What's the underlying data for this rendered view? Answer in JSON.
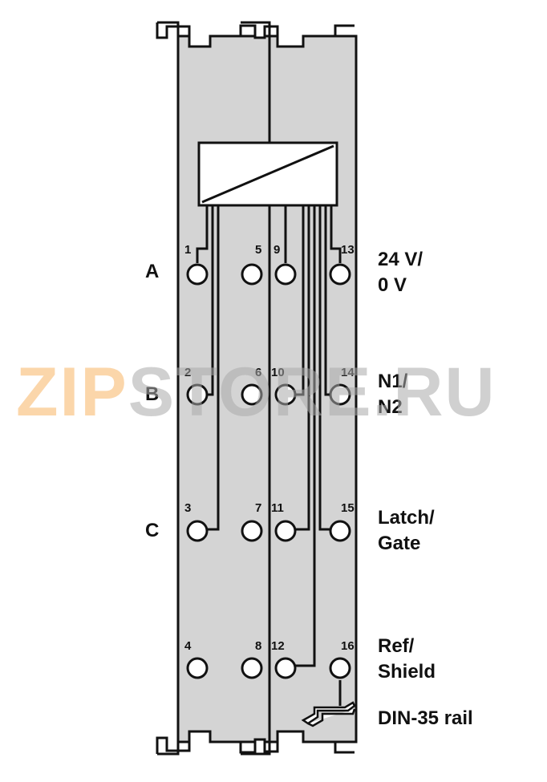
{
  "rows": [
    "A",
    "B",
    "C"
  ],
  "terminal_numbers": [
    "1",
    "2",
    "3",
    "4",
    "5",
    "6",
    "7",
    "8",
    "9",
    "10",
    "11",
    "12",
    "13",
    "14",
    "15",
    "16"
  ],
  "side_labels": {
    "row1": [
      "24 V/",
      "0 V"
    ],
    "row2": [
      "N1/",
      "N2"
    ],
    "row3": [
      "Latch/",
      "Gate"
    ],
    "row4": [
      "Ref/",
      "Shield"
    ],
    "rail": "DIN-35 rail"
  },
  "watermark": {
    "part1": "ZIP",
    "part2": "STORE.RU"
  },
  "colors": {
    "housing": "#d4d4d4",
    "outline": "#111111"
  }
}
